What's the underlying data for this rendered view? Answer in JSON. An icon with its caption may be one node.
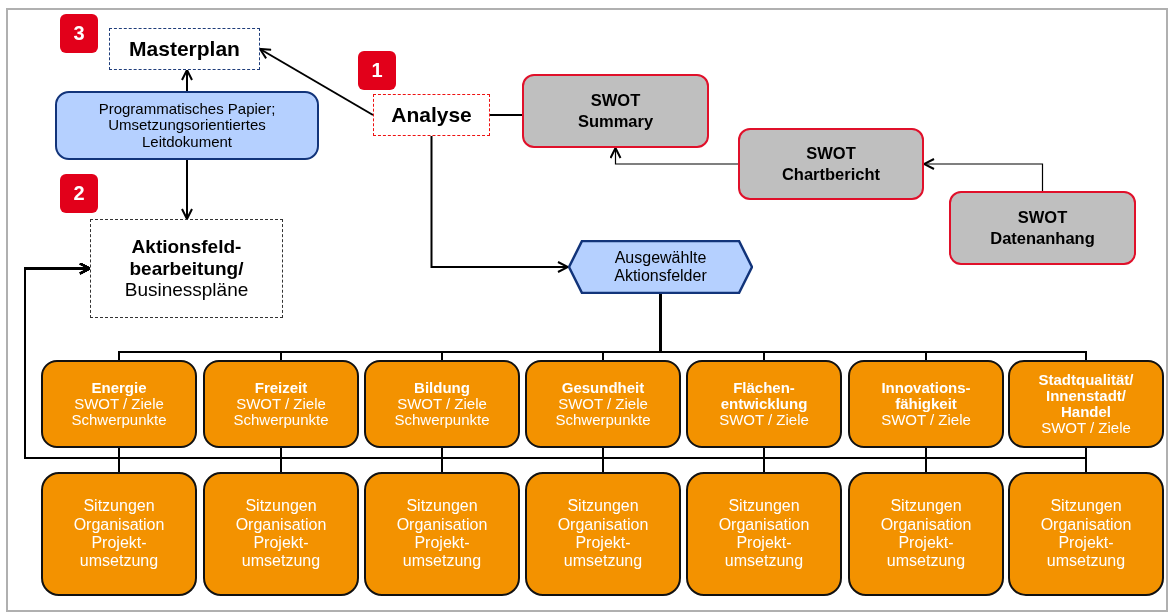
{
  "diagram": {
    "nodes": [
      {
        "text": [
          "Masterplan"
        ]
      },
      {
        "text": [
          "Programmatisches Papier; Umsetzungsorientiertes Leitdokument"
        ]
      },
      {
        "text": [
          "Aktionsfeld- bearbeitung/",
          "Businesspläne"
        ]
      },
      {
        "text": [
          "Analyse"
        ]
      },
      {
        "text": [
          "SWOT Summary"
        ]
      },
      {
        "text": [
          "SWOT Chartbericht"
        ]
      },
      {
        "text": [
          "SWOT Datenanhang"
        ]
      },
      {
        "text": [
          "Ausgewählte Aktionsfelder"
        ]
      },
      {
        "text": [
          "Energie",
          "SWOT / Ziele Schwerpunkte"
        ]
      },
      {
        "text": [
          "Freizeit",
          "SWOT / Ziele Schwerpunkte"
        ]
      },
      {
        "text": [
          "Bildung",
          "SWOT / Ziele Schwerpunkte"
        ]
      },
      {
        "text": [
          "Gesundheit",
          "SWOT / Ziele Schwerpunkte"
        ]
      },
      {
        "text": [
          "Flächen- entwicklung",
          "SWOT / Ziele"
        ]
      },
      {
        "text": [
          "Innovations- fähigkeit",
          "SWOT / Ziele"
        ]
      },
      {
        "text": [
          "Stadtqualität/ Innenstadt/ Handel",
          "SWOT / Ziele"
        ]
      },
      {
        "text": [
          "Sitzungen Organisation Projekt- umsetzung"
        ]
      },
      {
        "text": [
          "Sitzungen Organisation Projekt- umsetzung"
        ]
      },
      {
        "text": [
          "Sitzungen Organisation Projekt- umsetzung"
        ]
      },
      {
        "text": [
          "Sitzungen Organisation Projekt- umsetzung"
        ]
      },
      {
        "text": [
          "Sitzungen Organisation Projekt- umsetzung"
        ]
      },
      {
        "text": [
          "Sitzungen Organisation Projekt- umsetzung"
        ]
      },
      {
        "text": [
          "Sitzungen Organisation Projekt- umsetzung"
        ]
      }
    ],
    "edges": [
      {
        "from": 3,
        "to": 0,
        "arrow": "to"
      },
      {
        "from": 1,
        "to": 0,
        "arrow": "to"
      },
      {
        "from": 1,
        "to": 2,
        "arrow": "to"
      },
      {
        "from": 3,
        "to": 4,
        "arrow": "none"
      },
      {
        "from": 5,
        "to": 4,
        "arrow": "to"
      },
      {
        "from": 6,
        "to": 5,
        "arrow": "to"
      },
      {
        "from": 3,
        "to": 7,
        "arrow": "to"
      },
      {
        "from": 7,
        "to": 8,
        "arrow": "none"
      },
      {
        "from": 7,
        "to": 9,
        "arrow": "none"
      },
      {
        "from": 7,
        "to": 10,
        "arrow": "none"
      },
      {
        "from": 7,
        "to": 11,
        "arrow": "none"
      },
      {
        "from": 7,
        "to": 12,
        "arrow": "none"
      },
      {
        "from": 7,
        "to": 13,
        "arrow": "none"
      },
      {
        "from": 7,
        "to": 14,
        "arrow": "none"
      },
      {
        "from": 8,
        "to": 15,
        "arrow": "none"
      },
      {
        "from": 9,
        "to": 16,
        "arrow": "none"
      },
      {
        "from": 10,
        "to": 17,
        "arrow": "none"
      },
      {
        "from": 11,
        "to": 18,
        "arrow": "none"
      },
      {
        "from": 12,
        "to": 19,
        "arrow": "none"
      },
      {
        "from": 13,
        "to": 20,
        "arrow": "none"
      },
      {
        "from": 14,
        "to": 21,
        "arrow": "none"
      },
      {
        "from": 15,
        "to": 2,
        "arrow": "to"
      },
      {
        "from": 16,
        "to": 2,
        "arrow": "to"
      },
      {
        "from": 17,
        "to": 2,
        "arrow": "to"
      },
      {
        "from": 18,
        "to": 2,
        "arrow": "to"
      },
      {
        "from": 19,
        "to": 2,
        "arrow": "to"
      },
      {
        "from": 20,
        "to": 2,
        "arrow": "to"
      },
      {
        "from": 21,
        "to": 2,
        "arrow": "to"
      }
    ],
    "labels": [
      "3",
      "1",
      "2"
    ]
  }
}
